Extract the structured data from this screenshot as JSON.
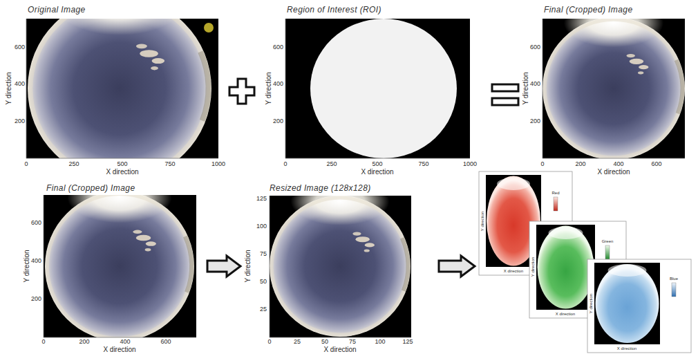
{
  "diagram": {
    "nodes": [
      {
        "text": [
          "Original Image",
          "Y direction",
          "X direction",
          "0",
          "250",
          "500",
          "750",
          "1000",
          "200",
          "400",
          "600"
        ]
      },
      {
        "text": [
          "Region of Interest (ROI)",
          "Y direction",
          "X direction",
          "0",
          "250",
          "500",
          "750",
          "1000",
          "200",
          "400",
          "600"
        ]
      },
      {
        "text": [
          "Final (Cropped) Image",
          "Y direction",
          "X direction",
          "0",
          "200",
          "400",
          "600",
          "200",
          "400",
          "600"
        ]
      },
      {
        "text": [
          "Final (Cropped) Image",
          "Y direction",
          "X direction",
          "0",
          "200",
          "400",
          "600",
          "200",
          "400",
          "600"
        ]
      },
      {
        "text": [
          "Resized Image (128x128)",
          "Y direction",
          "X direction",
          "0",
          "25",
          "50",
          "75",
          "100",
          "125",
          "25",
          "50",
          "75",
          "100",
          "125"
        ]
      },
      {
        "text": [
          "Y direction",
          "X direction",
          "Red"
        ]
      },
      {
        "text": [
          "Y direction",
          "X direction",
          "Green"
        ]
      },
      {
        "text": [
          "Y direction",
          "X direction",
          "Blue"
        ]
      }
    ],
    "edges": [
      {
        "from": 3,
        "to": 4,
        "arrow": "to"
      },
      {
        "from": 4,
        "to": 5,
        "arrow": "to"
      }
    ]
  }
}
